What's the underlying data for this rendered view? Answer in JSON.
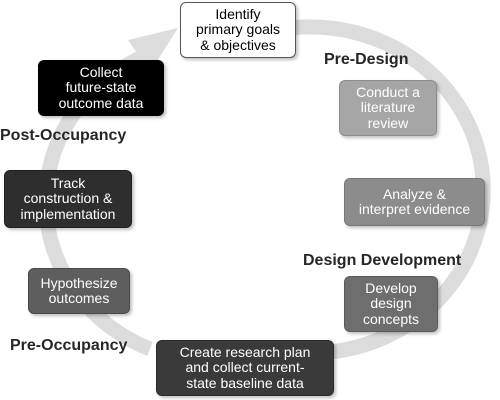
{
  "steps": [
    {
      "text": "Identify\nprimary goals\n& objectives",
      "bg": "#ffffff",
      "fg": "#000000",
      "border": "#555555"
    },
    {
      "text": "Conduct a\nliterature\nreview",
      "bg": "#a6a6a6",
      "fg": "#ffffff",
      "border": "#8c8c8c"
    },
    {
      "text": "Analyze &\ninterpret evidence",
      "bg": "#8c8c8c",
      "fg": "#ffffff",
      "border": "#777777"
    },
    {
      "text": "Develop\ndesign\nconcepts",
      "bg": "#6e6e6e",
      "fg": "#ffffff",
      "border": "#5a5a5a"
    },
    {
      "text": "Create research plan\nand collect current-\nstate baseline data",
      "bg": "#3a3a3a",
      "fg": "#ffffff",
      "border": "#2a2a2a"
    },
    {
      "text": "Hypothesize\noutcomes",
      "bg": "#5e5e5e",
      "fg": "#ffffff",
      "border": "#4a4a4a"
    },
    {
      "text": "Track\nconstruction &\nimplementation",
      "bg": "#2e2e2e",
      "fg": "#ffffff",
      "border": "#1f1f1f"
    },
    {
      "text": "Collect\nfuture-state\noutcome data",
      "bg": "#000000",
      "fg": "#ffffff",
      "border": "#000000"
    }
  ],
  "phases": {
    "pre_design": "Pre-Design",
    "design_development": "Design Development",
    "pre_occupancy": "Pre-Occupancy",
    "post_occupancy": "Post-Occupancy"
  },
  "colors": {
    "cycle_arrow": "#dcdcdc",
    "phase_label": "#262626"
  }
}
